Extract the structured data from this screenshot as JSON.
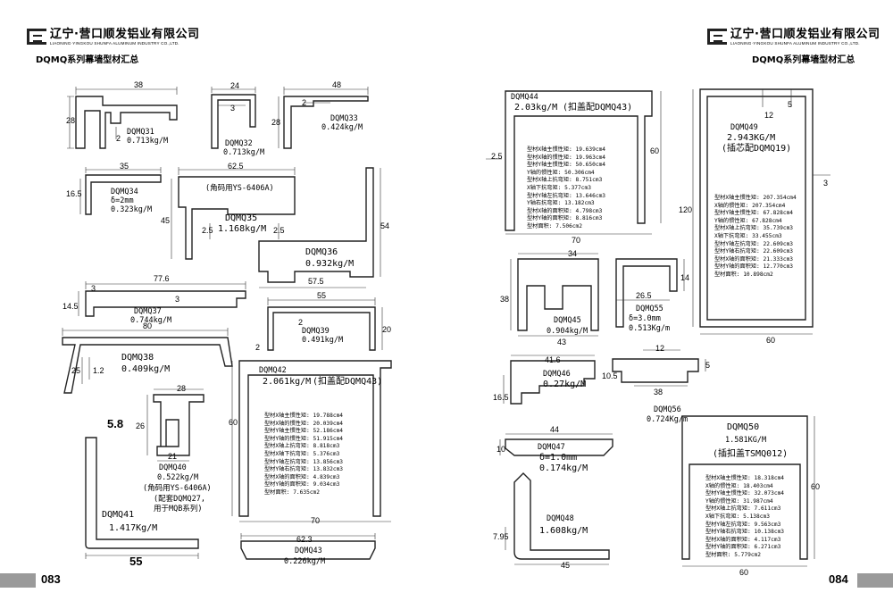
{
  "brand": {
    "name_cn": "辽宁·营口顺发铝业有限公司",
    "name_en": "LIAONING·YINGKOU SHUNFA ALUMINUM INDUSTRY CO.,LTD."
  },
  "series_title": "DQMQ系列幕墙型材汇总",
  "page_left": "083",
  "page_right": "084",
  "left": {
    "dims": {
      "d38": "38",
      "d28a": "28",
      "d2a": "2",
      "d24": "24",
      "d3a": "3",
      "d48": "48",
      "d28b": "28",
      "d2b": "2",
      "d35": "35",
      "d16_5a": "16.5",
      "d62_5": "62.5",
      "d45": "45",
      "d2_5a": "2.5",
      "d2_5b": "2.5",
      "d54": "54",
      "d57_5": "57.5",
      "d77_6": "77.6",
      "d3b": "3",
      "d14_5": "14.5",
      "d3c": "3",
      "d55a": "55",
      "d20": "20",
      "d2c": "2",
      "d80": "80",
      "d25": "25",
      "d1_2": "1.2",
      "d2d": "2",
      "d60": "60",
      "d28c": "28",
      "d26": "26",
      "d21": "21",
      "d5_8": "5.8",
      "d70": "70",
      "d55b": "55",
      "d62_3": "62.3"
    },
    "parts": {
      "q31_name": "DQMQ31",
      "q31_w": "0.713kg/M",
      "q32_name": "DQMQ32",
      "q32_w": "0.713kg/M",
      "q33_name": "DQMQ33",
      "q33_w": "0.424kg/M",
      "q34_name": "DQMQ34",
      "q34_t": "δ=2mm",
      "q34_w": "0.323kg/M",
      "q35_note": "(角码用YS-6406A)",
      "q35_name": "DQMQ35",
      "q35_w": "1.168kg/M",
      "q36_name": "DQMQ36",
      "q36_w": "0.932kg/M",
      "q37_name": "DQMQ37",
      "q37_w": "0.744kg/M",
      "q39_name": "DQMQ39",
      "q39_w": "0.491kg/M",
      "q38_name": "DQMQ38",
      "q38_w": "0.409kg/M",
      "q42_name": "DQMQ42",
      "q42_w": "2.061kg/M",
      "q42_note": "(扣盖配DQMQ43)",
      "q40_name": "DQMQ40",
      "q40_w": "0.522kg/M",
      "q40_n1": "(角码用YS-6406A)",
      "q40_n2": "(配套DQMQ27,",
      "q40_n3": "用于MQB系列)",
      "q41_name": "DQMQ41",
      "q41_w": "1.417Kg/M",
      "q43_name": "DQMQ43",
      "q43_w": "0.226kg/M"
    },
    "q42_props": [
      "型材X轴主惯性矩: 19.788cm4",
      "型材X轴的惯性矩: 20.039cm4",
      "型材Y轴主惯性矩: 52.186cm4",
      "型材Y轴的惯性矩: 51.915cm4",
      "型材X轴上抗弯矩: 8.818cm3",
      "型材X轴下抗弯矩: 5.376cm3",
      "型材Y轴左抗弯矩: 13.856cm3",
      "型材Y轴右抗弯矩: 13.832cm3",
      "型材X轴的面积矩: 4.839cm3",
      "型材Y轴的面积矩: 9.034cm3",
      "型材面积: 7.635cm2"
    ]
  },
  "right": {
    "dims": {
      "d2_5": "2.5",
      "d60a": "60",
      "d70a": "70",
      "d12a": "12",
      "d5a": "5",
      "d3": "3",
      "d120": "120",
      "d60b": "60",
      "d34": "34",
      "d38": "38",
      "d43": "43",
      "d26_5": "26.5",
      "d14": "14",
      "d41_6": "41.6",
      "d10_5": "10.5",
      "d16_5": "16.5",
      "d12b": "12",
      "d5b": "5",
      "d38b": "38",
      "d44": "44",
      "d10": "10",
      "d7_95": "7.95",
      "d45": "45",
      "d60c": "60",
      "d60d": "60"
    },
    "parts": {
      "q44_name": "DQMQ44",
      "q44_w": "2.03kg/M",
      "q44_note": "(扣盖配DQMQ43)",
      "q49_name": "DQMQ49",
      "q49_w": "2.943KG/M",
      "q49_note": "(插芯配DQMQ19)",
      "q45_name": "DQMQ45",
      "q45_w": "0.904kg/M",
      "q55_name": "DQMQ55",
      "q55_t": "δ=3.0mm",
      "q55_w": "0.513Kg/m",
      "q46_name": "DQMQ46",
      "q46_w": "0.27kg/M",
      "q56_name": "DQMQ56",
      "q56_w": "0.724Kg/m",
      "q50_name": "DQMQ50",
      "q50_w": "1.581KG/M",
      "q50_note": "(插扣盖TSMQ012)",
      "q47_name": "DQMQ47",
      "q47_t": "δ=1.0mm",
      "q47_w": "0.174kg/M",
      "q48_name": "DQMQ48",
      "q48_w": "1.608kg/M"
    },
    "q44_props": [
      "型材X轴主惯性矩: 19.639cm4",
      "型材X轴的惯性矩: 19.963cm4",
      "型材Y轴主惯性矩: 50.650cm4",
      "Y轴的惯性矩: 50.306cm4",
      "型材X轴上抗弯矩: 8.751cm3",
      "X轴下抗弯矩: 5.377cm3",
      "型材Y轴左抗弯矩: 13.646cm3",
      "Y轴右抗弯矩: 13.182cm3",
      "型材X轴的面积矩: 4.798cm3",
      "型材Y轴的面积矩: 8.816cm3",
      "型材面积: 7.506cm2"
    ],
    "q49_props": [
      "型材X轴主惯性矩: 207.354cm4",
      "X轴的惯性矩: 207.354cm4",
      "型材Y轴主惯性矩: 67.828cm4",
      "Y轴的惯性矩: 67.828cm4",
      "型材X轴上抗弯矩: 35.739cm3",
      "X轴下抗弯矩: 33.455cm3",
      "型材Y轴左抗弯矩: 22.609cm3",
      "型材Y轴右抗弯矩: 22.609cm3",
      "型材X轴的面积矩: 21.333cm3",
      "型材Y轴的面积矩: 12.770cm3",
      "型材面积: 10.898cm2"
    ],
    "q50_props": [
      "型材X轴主惯性矩: 18.318cm4",
      "X轴的惯性矩: 18.403cm4",
      "型材Y轴主惯性矩: 32.073cm4",
      "Y轴的惯性矩: 31.987cm4",
      "型材X轴上抗弯矩: 7.611cm3",
      "X轴下抗弯矩: 5.138cm3",
      "型材Y轴左抗弯矩: 9.563cm3",
      "型材Y轴右抗弯矩: 10.138cm3",
      "型材X轴的面积矩: 4.117cm3",
      "型材Y轴的面积矩: 6.271cm3",
      "型材面积: 5.779cm2"
    ]
  }
}
